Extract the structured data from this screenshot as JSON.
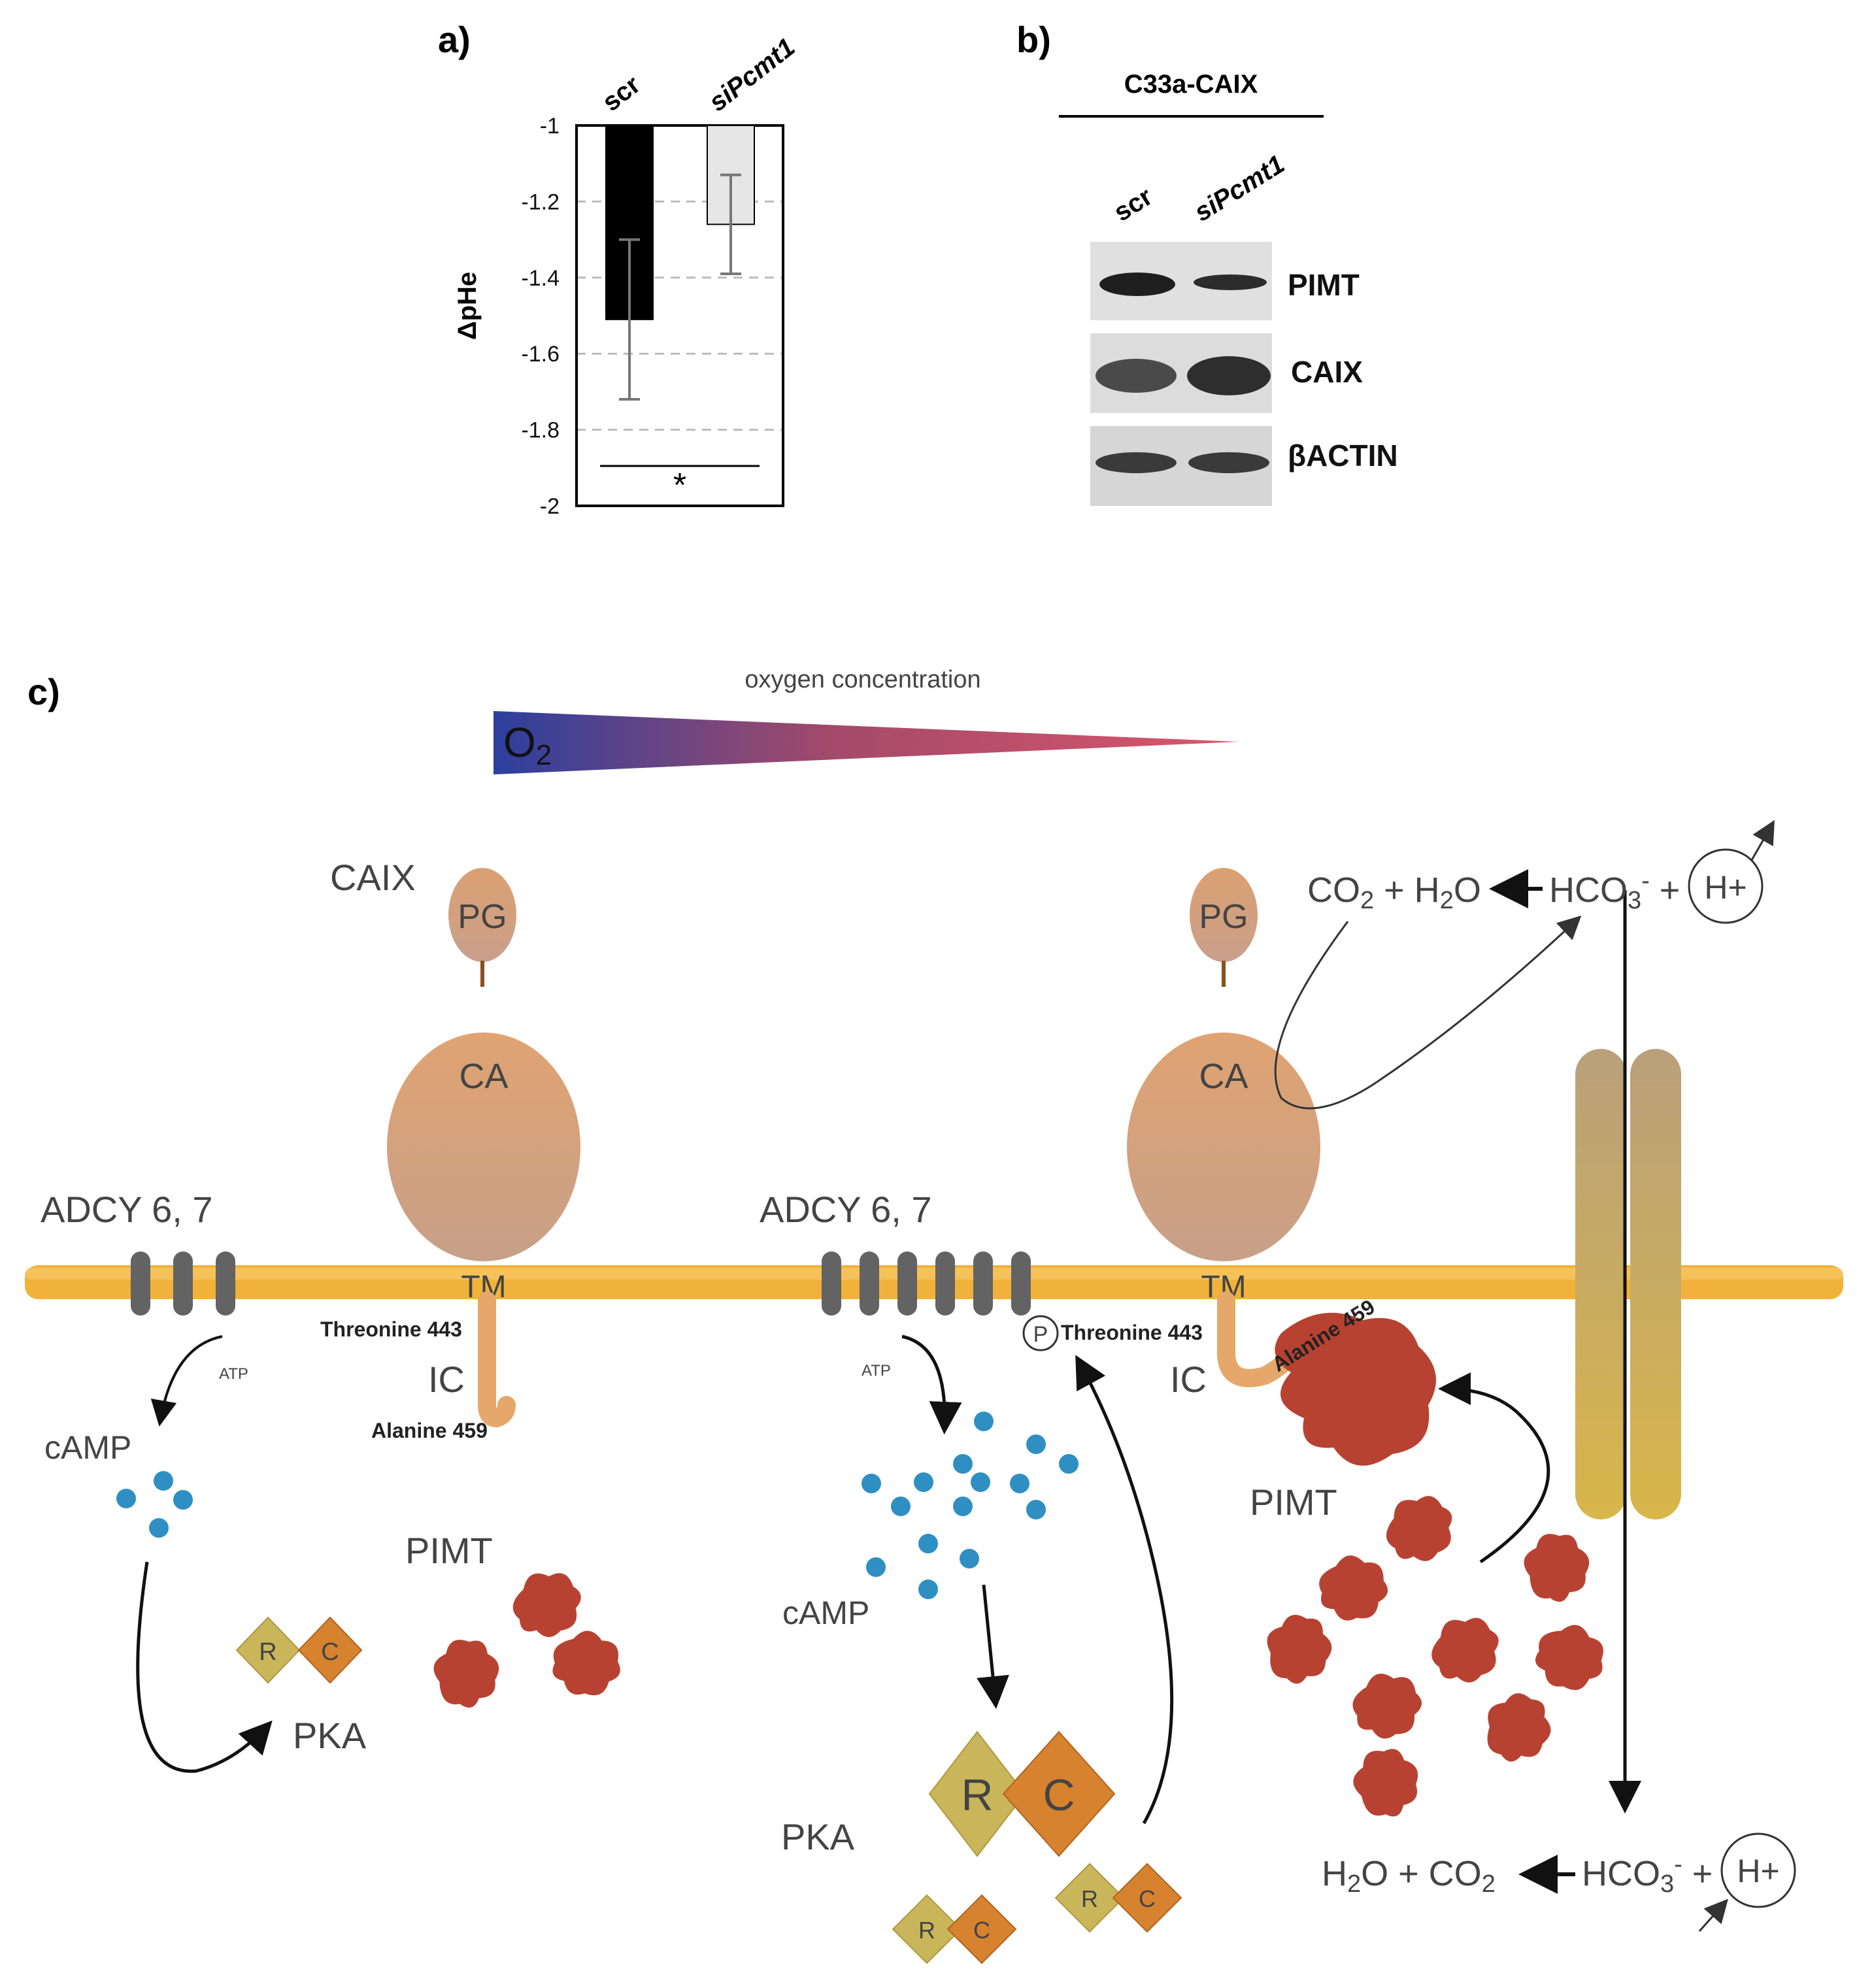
{
  "panel_a": {
    "label": "a)",
    "ylabel": "ΔpHe",
    "significance": "*"
  },
  "panel_b": {
    "label": "b)",
    "title": "C33a-CAIX",
    "lanes": [
      "scr",
      "siPcmt1"
    ],
    "bands": [
      "PIMT",
      "CAIX",
      "βACTIN"
    ]
  },
  "panel_c": {
    "label": "c)",
    "oxygen_label": "oxygen concentration",
    "o2": "O2",
    "caix": "CAIX",
    "pg": "PG",
    "ca": "CA",
    "tm": "TM",
    "ic": "IC",
    "adcy": "ADCY 6, 7",
    "atp": "ATP",
    "camp": "cAMP",
    "pka": "PKA",
    "pimt": "PIMT",
    "r": "R",
    "c": "C",
    "p": "P",
    "threonine": "Threonine 443",
    "alanine": "Alanine 459",
    "reaction_top": "CO2 + H2O ← HCO3⁻ + H⁺",
    "reaction_bottom": "H2O + CO2 ← HCO3⁻ + H⁺",
    "hplus": "H+"
  },
  "chart_data": {
    "type": "bar",
    "categories": [
      "scr",
      "siPcmt1"
    ],
    "values": [
      -1.51,
      -1.26
    ],
    "errors": [
      0.21,
      0.13
    ],
    "ylabel": "ΔpHe",
    "ylim": [
      -2,
      -1
    ],
    "yticks": [
      -1,
      -1.2,
      -1.4,
      -1.6,
      -1.8,
      -2
    ],
    "colors": [
      "#000000",
      "#e6e6e6"
    ],
    "grid": true,
    "annotation": "*"
  }
}
